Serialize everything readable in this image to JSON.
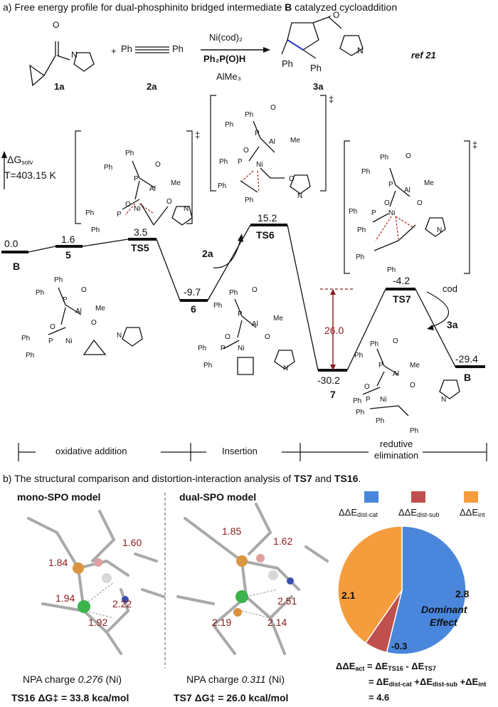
{
  "panel_a": {
    "title_prefix": "a) Free energy profile for dual-phosphinito bridged intermediate",
    "title_bold": "B",
    "title_suffix": " catalyzed cycloaddition",
    "reaction": {
      "reactant1": "1a",
      "plus": "+",
      "alkyne_left": "Ph",
      "alkyne_right": "Ph",
      "reactant2": "2a",
      "cond1": "Ni(cod)₂",
      "cond2": "Ph₂P(O)H",
      "cond3": "AlMe₃",
      "product": "3a",
      "ref": "ref 21"
    },
    "axis": {
      "symbol": "ΔG",
      "sub": "solv",
      "temp": "T=403.15 K"
    },
    "levels": [
      {
        "value": "0.0",
        "name": "B"
      },
      {
        "value": "1.6",
        "name": "5"
      },
      {
        "value": "3.5",
        "name": "TS5"
      },
      {
        "value": "-9.7",
        "name": "6"
      },
      {
        "value": "15.2",
        "name": "TS6"
      },
      {
        "value": "-30.2",
        "name": "7"
      },
      {
        "value": "-4.2",
        "name": "TS7"
      },
      {
        "value": "-29.4",
        "name": "B"
      }
    ],
    "barrier": "26.0",
    "add_2a": "2a",
    "cod": "cod",
    "out_3a": "3a",
    "dagger": "‡",
    "labels": {
      "Ph": "Ph",
      "P": "P",
      "O": "O",
      "Al": "Al",
      "Me": "Me",
      "Ni": "Ni"
    },
    "stages": [
      "oxidative addition",
      "Insertion",
      "redutive",
      "elimination"
    ]
  },
  "panel_b": {
    "title_prefix": "b) The structural comparison and distortion-interaction analysis of",
    "title_ts1": "TS7",
    "title_and": " and ",
    "title_ts2": "TS16",
    "title_end": ".",
    "mono": {
      "title": "mono-SPO model",
      "distances": [
        "1.84",
        "1.60",
        "1.94",
        "2.22",
        "1.92"
      ],
      "npa_label": "NPA charge",
      "npa_value": "0.276",
      "npa_atom": "(Ni)",
      "ts": "TS16",
      "dg": "ΔG‡ = 33.8 kca/mol"
    },
    "dual": {
      "title": "dual-SPO model",
      "distances": [
        "1.85",
        "1.62",
        "2.51",
        "2.19",
        "2.14"
      ],
      "npa_label": "NPA charge",
      "npa_value": "0.311",
      "npa_atom": "(Ni)",
      "ts": "TS7",
      "dg": "ΔG‡ = 26.0 kcal/mol"
    },
    "legend": [
      {
        "main": "ΔΔE",
        "sub": "dist-cat",
        "color": "#4a86dc"
      },
      {
        "main": "ΔΔE",
        "sub": "dist-sub",
        "color": "#c0504d"
      },
      {
        "main": "ΔΔE",
        "sub": "int",
        "color": "#f59d3d"
      }
    ],
    "pie": {
      "slices": [
        {
          "name": "dist-cat",
          "value": 2.8,
          "label": "2.8",
          "color": "#4a86dc"
        },
        {
          "name": "dist-sub",
          "value": -0.3,
          "label": "-0.3",
          "color": "#c0504d"
        },
        {
          "name": "int",
          "value": 2.1,
          "label": "2.1",
          "color": "#f59d3d"
        }
      ],
      "annotation_1": "Dominant",
      "annotation_2": "Effect"
    },
    "equation": {
      "line1_lhs": "ΔΔE",
      "line1_lhs_sub": "act",
      "line1_rhs_a": " = ΔE",
      "line1_rhs_a_sub": "TS16",
      "line1_rhs_b": " - ΔE",
      "line1_rhs_b_sub": "TS7",
      "line2_a": "= ΔE",
      "line2_a_sub": "dist-cat",
      "line2_b": " +ΔE",
      "line2_b_sub": "dist-sub",
      "line2_c": " +ΔE",
      "line2_c_sub": "int",
      "line3": "= 4.6"
    }
  }
}
